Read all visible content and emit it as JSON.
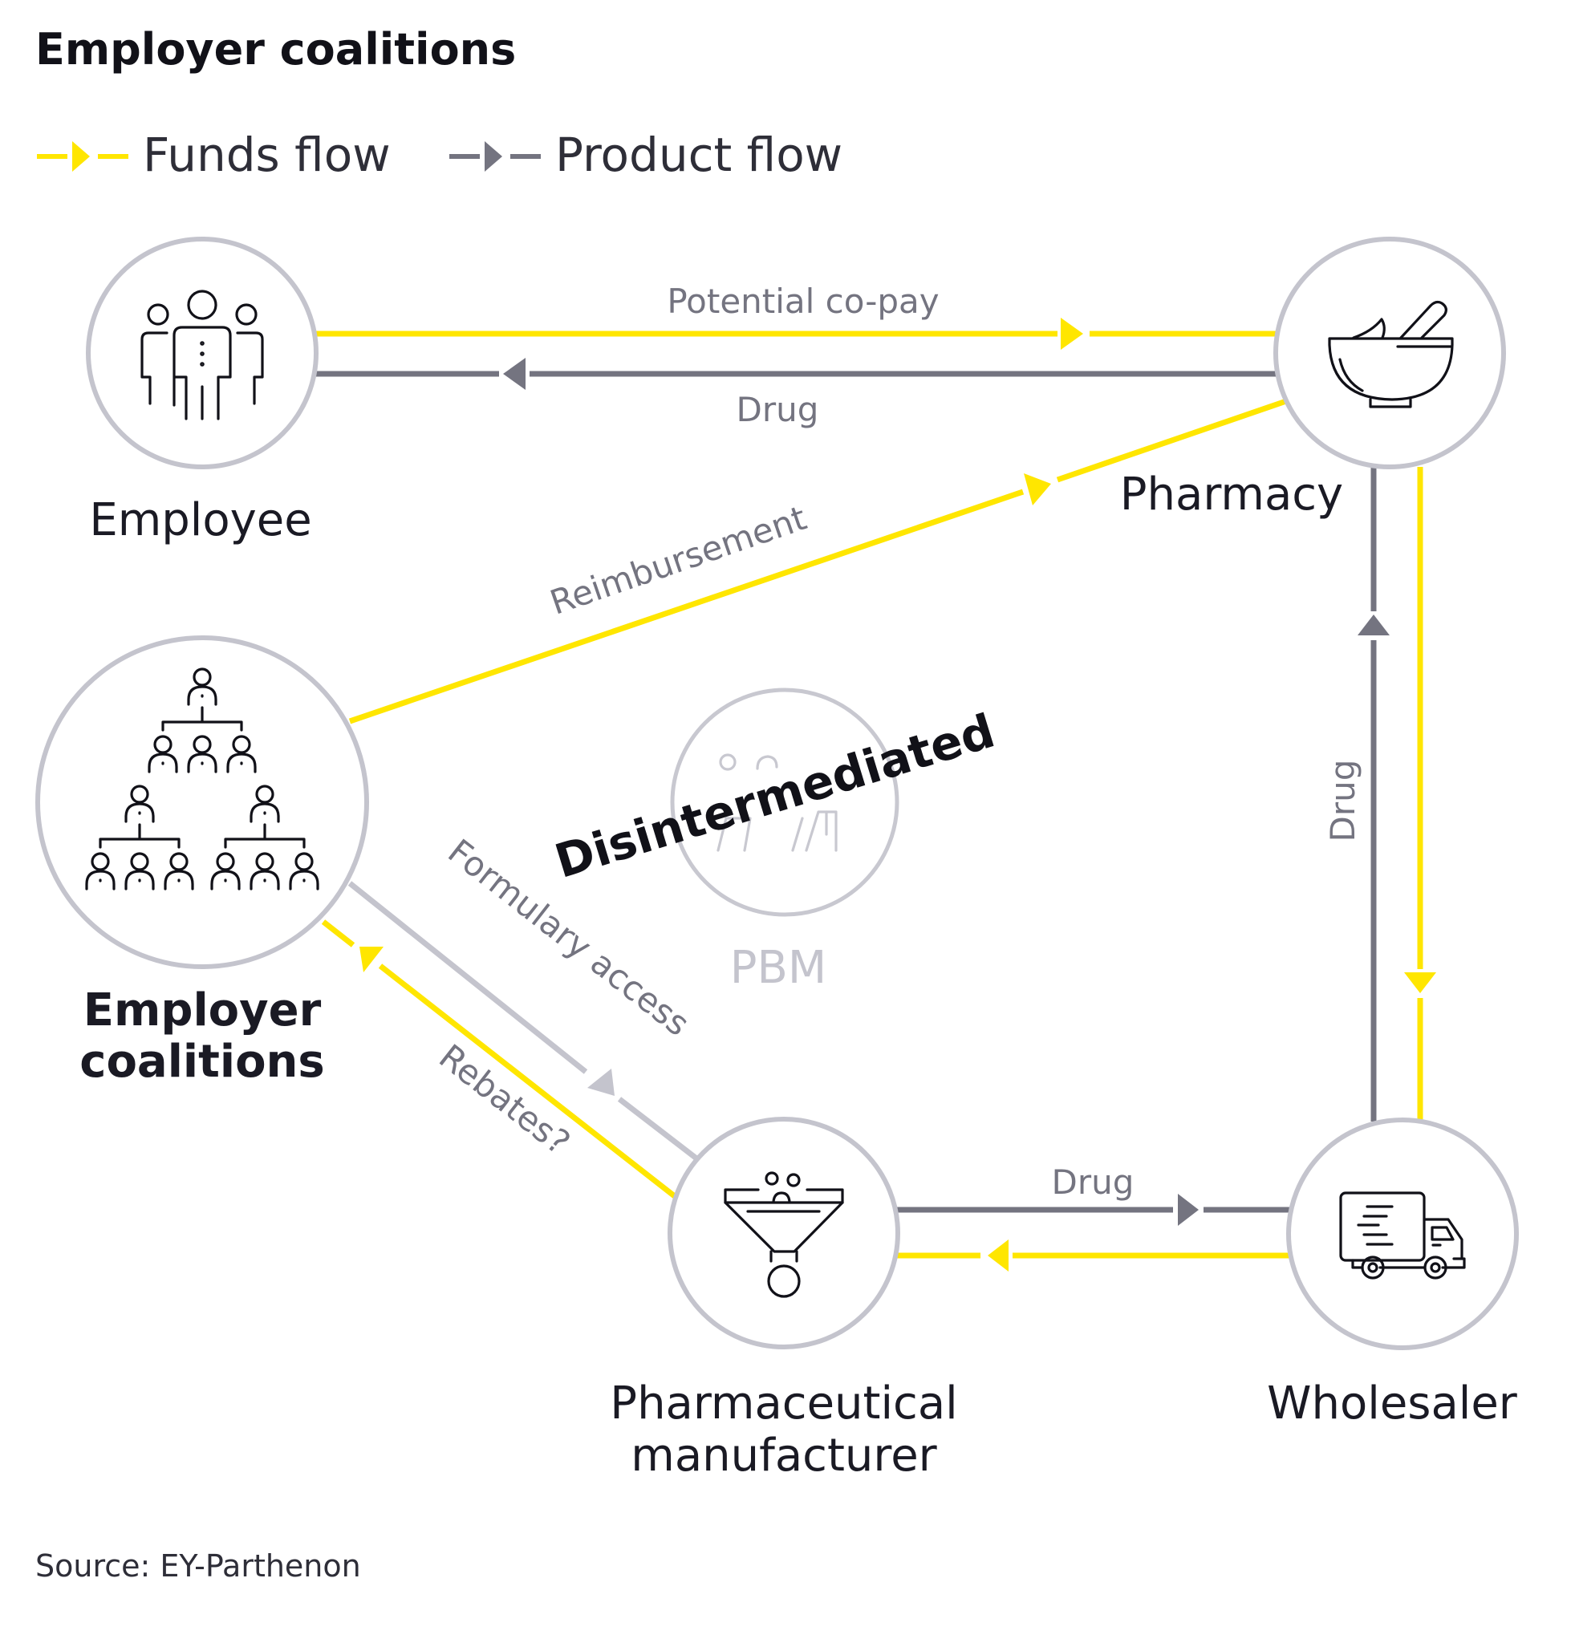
{
  "title": "Employer coalitions",
  "legend": [
    {
      "label": "Funds flow",
      "type": "funds"
    },
    {
      "label": "Product flow",
      "type": "product"
    }
  ],
  "colors": {
    "funds": "#ffe600",
    "product": "#747480",
    "product_light": "#c4c4cd",
    "node_ring": "#c4c4cd",
    "text": "#1a1a24"
  },
  "nodes": {
    "employee": {
      "label": "Employee",
      "icon": "people-group-icon"
    },
    "pharmacy": {
      "label": "Pharmacy",
      "icon": "mortar-pestle-icon"
    },
    "employer_coalitions": {
      "label_line1": "Employer",
      "label_line2": "coalitions",
      "icon": "org-hierarchy-icon"
    },
    "pbm": {
      "label": "PBM",
      "icon": "meeting-people-icon",
      "status": "Disintermediated"
    },
    "pharma_manufacturer": {
      "label_line1": "Pharmaceutical",
      "label_line2": "manufacturer",
      "icon": "funnel-icon"
    },
    "wholesaler": {
      "label": "Wholesaler",
      "icon": "delivery-truck-icon"
    }
  },
  "edges": [
    {
      "from": "employee",
      "to": "pharmacy",
      "type": "funds",
      "label": "Potential co-pay"
    },
    {
      "from": "pharmacy",
      "to": "employee",
      "type": "product",
      "label": "Drug"
    },
    {
      "from": "employer_coalitions",
      "to": "pharmacy",
      "type": "funds",
      "label": "Reimbursement"
    },
    {
      "from": "wholesaler",
      "to": "pharmacy",
      "type": "product",
      "label": "Drug"
    },
    {
      "from": "pharmacy",
      "to": "wholesaler",
      "type": "funds",
      "label": ""
    },
    {
      "from": "pharma_manufacturer",
      "to": "wholesaler",
      "type": "product",
      "label": "Drug"
    },
    {
      "from": "wholesaler",
      "to": "pharma_manufacturer",
      "type": "funds",
      "label": ""
    },
    {
      "from": "employer_coalitions",
      "to": "pharma_manufacturer",
      "type": "product",
      "label": "Formulary access"
    },
    {
      "from": "pharma_manufacturer",
      "to": "employer_coalitions",
      "type": "funds",
      "label": "Rebates?"
    }
  ],
  "source": "Source: EY-Parthenon"
}
